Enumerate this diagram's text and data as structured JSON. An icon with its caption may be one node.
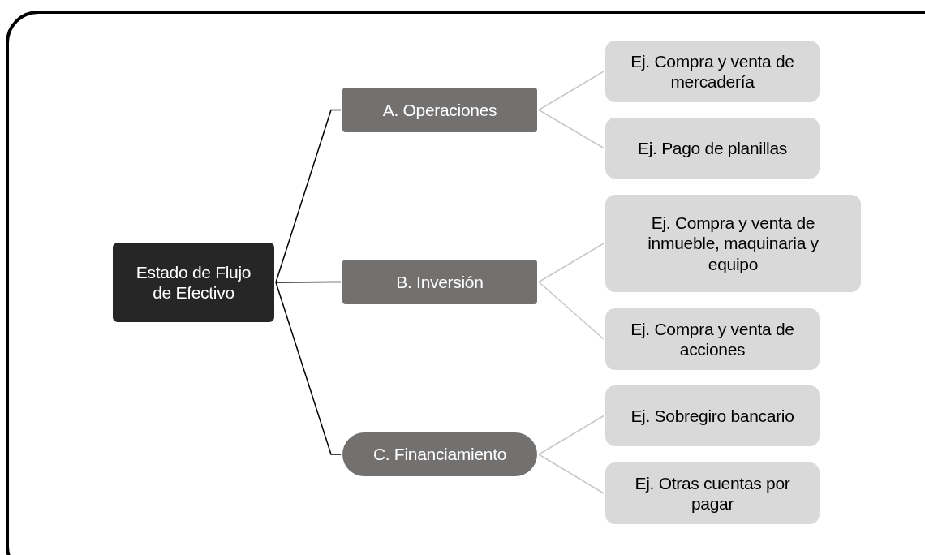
{
  "diagram": {
    "nodes": [
      {
        "text": [
          "Estado de Flujo de Efectivo"
        ]
      },
      {
        "text": [
          "A. Operaciones"
        ]
      },
      {
        "text": [
          "Ej. Compra y venta de mercadería"
        ]
      },
      {
        "text": [
          "Ej. Pago de planillas"
        ]
      },
      {
        "text": [
          "B. Inversión"
        ]
      },
      {
        "text": [
          "Ej. Compra y venta de inmueble, maquinaria y equipo"
        ]
      },
      {
        "text": [
          "Ej. Compra y venta de acciones"
        ]
      },
      {
        "text": [
          "C. Financiamiento"
        ]
      },
      {
        "text": [
          "Ej. Sobregiro bancario"
        ]
      },
      {
        "text": [
          "Ej. Otras cuentas por pagar"
        ]
      }
    ],
    "edges": [
      {
        "from": 0,
        "to": 1,
        "arrow": "none",
        "color": "#000000"
      },
      {
        "from": 0,
        "to": 4,
        "arrow": "none",
        "color": "#000000"
      },
      {
        "from": 0,
        "to": 7,
        "arrow": "none",
        "color": "#000000"
      },
      {
        "from": 1,
        "to": 2,
        "arrow": "none"
      },
      {
        "from": 1,
        "to": 3,
        "arrow": "none"
      },
      {
        "from": 4,
        "to": 5,
        "arrow": "none"
      },
      {
        "from": 4,
        "to": 6,
        "arrow": "none"
      },
      {
        "from": 7,
        "to": 8,
        "arrow": "none"
      },
      {
        "from": 7,
        "to": 9,
        "arrow": "none"
      }
    ]
  }
}
